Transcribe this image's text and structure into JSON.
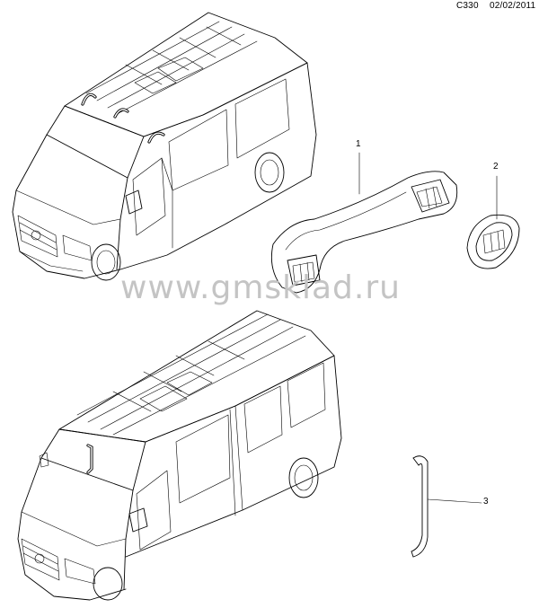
{
  "header": {
    "code": "C330",
    "date": "02/02/2011"
  },
  "callouts": [
    "1",
    "2",
    "3"
  ],
  "watermark": "www.gmsklad.ru"
}
